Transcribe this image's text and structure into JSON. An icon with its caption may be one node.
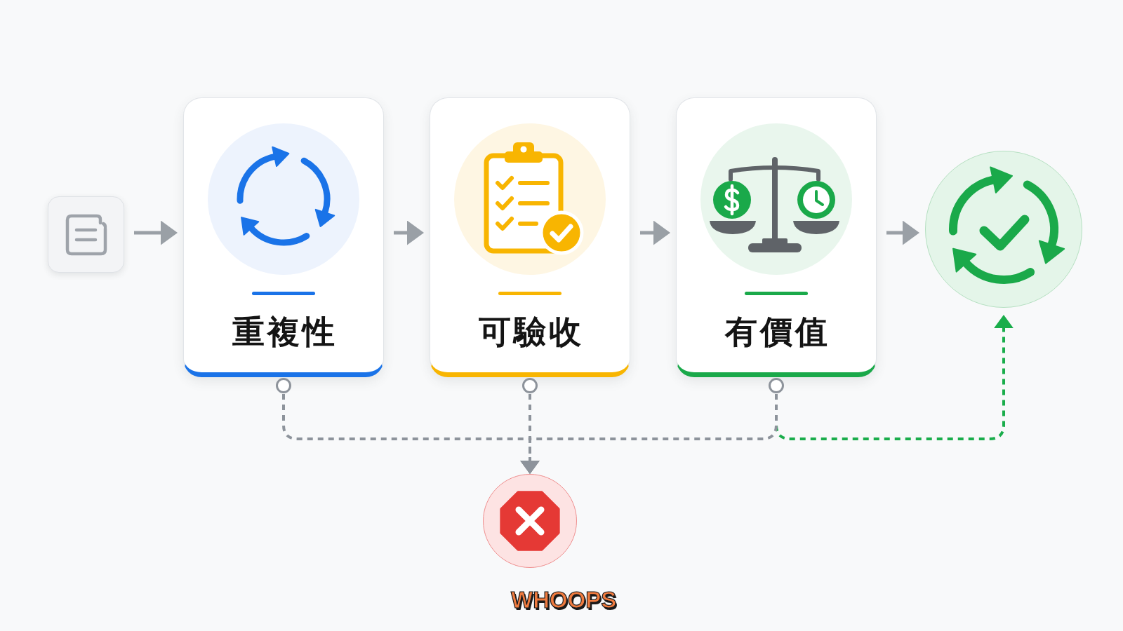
{
  "diagram": {
    "nodes": [
      {
        "text": [],
        "shape": "box"
      },
      {
        "text": [
          "重複性"
        ]
      },
      {
        "text": [
          "可驗收"
        ]
      },
      {
        "text": [
          "有價值"
        ]
      },
      {
        "text": [],
        "shape": "circle"
      },
      {
        "text": [],
        "shape": "circle",
        "beside": [
          "WHOOPS"
        ]
      }
    ],
    "edges": [
      {
        "from": 0,
        "to": 1,
        "arrow": "to"
      },
      {
        "from": 1,
        "to": 2,
        "arrow": "to"
      },
      {
        "from": 2,
        "to": 3,
        "arrow": "to"
      },
      {
        "from": 3,
        "to": 4,
        "arrow": "to"
      },
      {
        "from": 3,
        "to": 4,
        "arrow": "to",
        "style": "dashed",
        "color": "#1aad4b"
      },
      {
        "from": 1,
        "to": 5,
        "arrow": "to",
        "style": "dashed"
      },
      {
        "from": 2,
        "to": 5,
        "arrow": "to",
        "style": "dashed"
      },
      {
        "from": 3,
        "to": 5,
        "arrow": "to",
        "style": "dashed"
      }
    ]
  }
}
